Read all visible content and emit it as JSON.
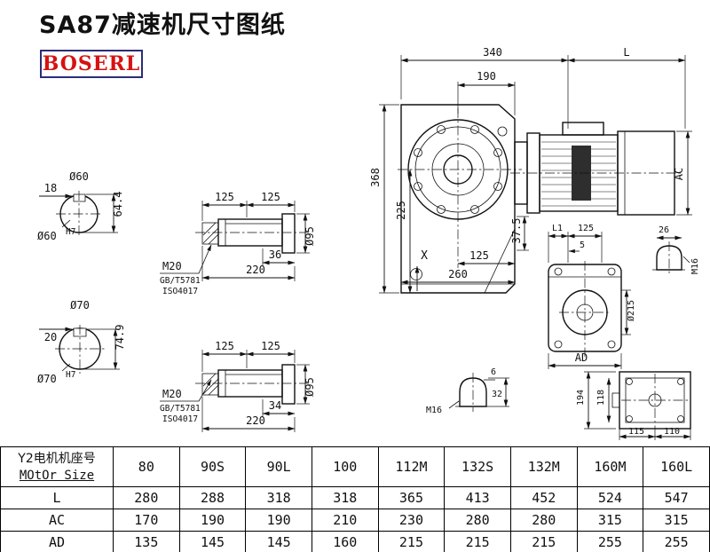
{
  "title": "SA87减速机尺寸图纸",
  "logo": "BOSERL",
  "drawing": {
    "main": {
      "d340": "340",
      "dL": "L",
      "d190": "190",
      "d368": "368",
      "d225": "225",
      "d375": "37.5",
      "d125": "125",
      "d260": "260",
      "dX": "X",
      "dAC": "AC"
    },
    "shaft60": {
      "dia": "Ø60",
      "d18": "18",
      "d644": "64.4",
      "fit_base": "Ø60",
      "fit_sup": "H7"
    },
    "shaft70": {
      "dia": "Ø70",
      "d20": "20",
      "d749": "74.9",
      "fit_base": "Ø70",
      "fit_sup": "H7"
    },
    "detail_top": {
      "d125a": "125",
      "d125b": "125",
      "thread": "M20",
      "std1": "GB/T5781",
      "std2": "ISO4017",
      "d36": "36",
      "d220": "220",
      "d95": "Ø95"
    },
    "detail_bottom": {
      "d125a": "125",
      "d125b": "125",
      "thread": "M20",
      "std1": "GB/T5781",
      "std2": "ISO4017",
      "d34": "34",
      "d220": "220",
      "d95": "Ø95"
    },
    "side": {
      "dL1": "L1",
      "d125": "125",
      "d5": "5",
      "d26": "26",
      "m16": "M16",
      "d215": "Ø215",
      "dAD": "AD"
    },
    "rear": {
      "d6": "6",
      "d32": "32",
      "m16": "M16",
      "d194": "194",
      "d118": "118",
      "d115": "115",
      "d110": "110"
    }
  },
  "table": {
    "header_cn": "Y2电机机座号",
    "header_en": "MOtOr Size",
    "sizes": [
      "80",
      "90S",
      "90L",
      "100",
      "112M",
      "132S",
      "132M",
      "160M",
      "160L"
    ],
    "rows": [
      {
        "label": "L",
        "values": [
          "280",
          "288",
          "318",
          "318",
          "365",
          "413",
          "452",
          "524",
          "547"
        ]
      },
      {
        "label": "AC",
        "values": [
          "170",
          "190",
          "190",
          "210",
          "230",
          "280",
          "280",
          "315",
          "315"
        ]
      },
      {
        "label": "AD",
        "values": [
          "135",
          "145",
          "145",
          "160",
          "215",
          "215",
          "215",
          "255",
          "255"
        ]
      }
    ]
  }
}
